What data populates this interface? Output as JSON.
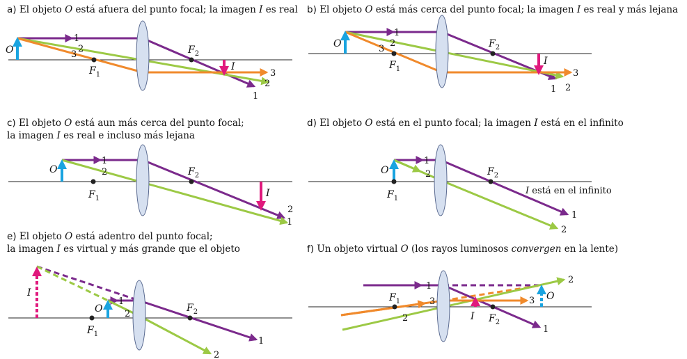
{
  "colors": {
    "purple": "#7b2a8c",
    "green": "#9cc945",
    "orange": "#f08a2c",
    "blue": "#1aa4e0",
    "magenta": "#e0197d",
    "lens_fill": "#d6e0f0",
    "lens_stroke": "#5a6a90"
  },
  "panels": {
    "a": {
      "letter": "a)",
      "caption_parts": [
        "El objeto ",
        "O",
        " está afuera del punto focal; la imagen ",
        "I",
        " es real"
      ],
      "labels": {
        "object": "O",
        "image": "I",
        "f1": "F",
        "f2": "F",
        "sub1": "1",
        "sub2": "2"
      },
      "ray_numbers": [
        "1",
        "2",
        "3"
      ]
    },
    "b": {
      "letter": "b)",
      "caption_parts": [
        "El objeto ",
        "O",
        " está más cerca del punto focal; la imagen ",
        "I",
        " es real y más lejana"
      ],
      "labels": {
        "object": "O",
        "image": "I",
        "f1": "F",
        "f2": "F",
        "sub1": "1",
        "sub2": "2"
      },
      "ray_numbers": [
        "1",
        "2",
        "3"
      ]
    },
    "c": {
      "letter": "c)",
      "caption_parts": [
        "El objeto ",
        "O",
        " está aun más cerca del punto focal;"
      ],
      "caption_line2_parts": [
        "la imagen ",
        "I",
        " es real e incluso más lejana"
      ],
      "labels": {
        "object": "O",
        "image": "I",
        "f1": "F",
        "f2": "F",
        "sub1": "1",
        "sub2": "2"
      },
      "ray_numbers": [
        "1",
        "2"
      ]
    },
    "d": {
      "letter": "d)",
      "caption_parts": [
        "El objeto ",
        "O",
        " está en el punto focal; la imagen ",
        "I",
        " está en el infinito"
      ],
      "labels": {
        "object": "O",
        "f1": "F",
        "f2": "F",
        "sub1": "1",
        "sub2": "2",
        "infinity_I": "I",
        "infinity_text": " está en el infinito"
      },
      "ray_numbers": [
        "1",
        "2"
      ]
    },
    "e": {
      "letter": "e)",
      "caption_parts": [
        "El objeto ",
        "O",
        " está adentro del punto focal;"
      ],
      "caption_line2_parts": [
        "la imagen ",
        "I",
        " es virtual y más grande que el objeto"
      ],
      "labels": {
        "object": "O",
        "image": "I",
        "f1": "F",
        "f2": "F",
        "sub1": "1",
        "sub2": "2"
      },
      "ray_numbers": [
        "1",
        "2"
      ]
    },
    "f": {
      "letter": "f)",
      "caption_parts": [
        "Un objeto virtual ",
        "O",
        " (los rayos luminosos ",
        "convergen",
        " en la lente)"
      ],
      "labels": {
        "object": "O",
        "image": "I",
        "f1": "F",
        "f2": "F",
        "sub1": "1",
        "sub2": "2"
      },
      "ray_numbers": [
        "1",
        "2",
        "3"
      ]
    }
  }
}
